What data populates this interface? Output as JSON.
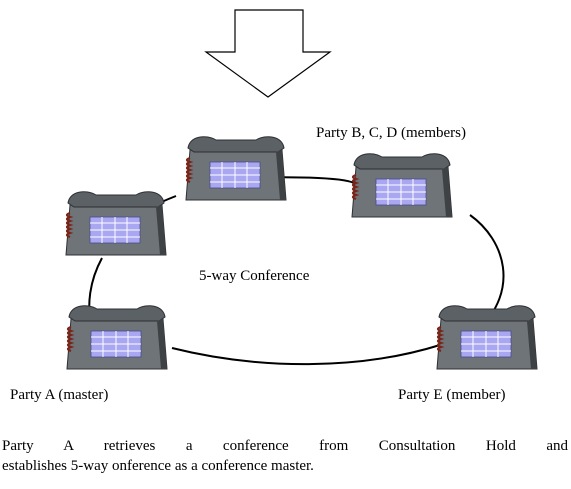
{
  "diagram": {
    "members_label": "Party B, C, D (members)",
    "conference_label": "5-way Conference",
    "party_a_label": "Party A (master)",
    "party_e_label": "Party E (member)"
  },
  "caption": {
    "line1": "Party A retrieves a conference from Consultation Hold and",
    "line2": "establishes 5-way onference as a conference master."
  },
  "phones": [
    {
      "id": "phone-party-a",
      "role": "master"
    },
    {
      "id": "phone-party-b",
      "role": "member"
    },
    {
      "id": "phone-party-c",
      "role": "member"
    },
    {
      "id": "phone-party-d",
      "role": "member"
    },
    {
      "id": "phone-party-e",
      "role": "member"
    }
  ],
  "colors": {
    "phone_body": "#6f7478",
    "phone_shadow": "#3e4245",
    "keypad": "#a9a6f2",
    "cord": "#7a2418"
  }
}
